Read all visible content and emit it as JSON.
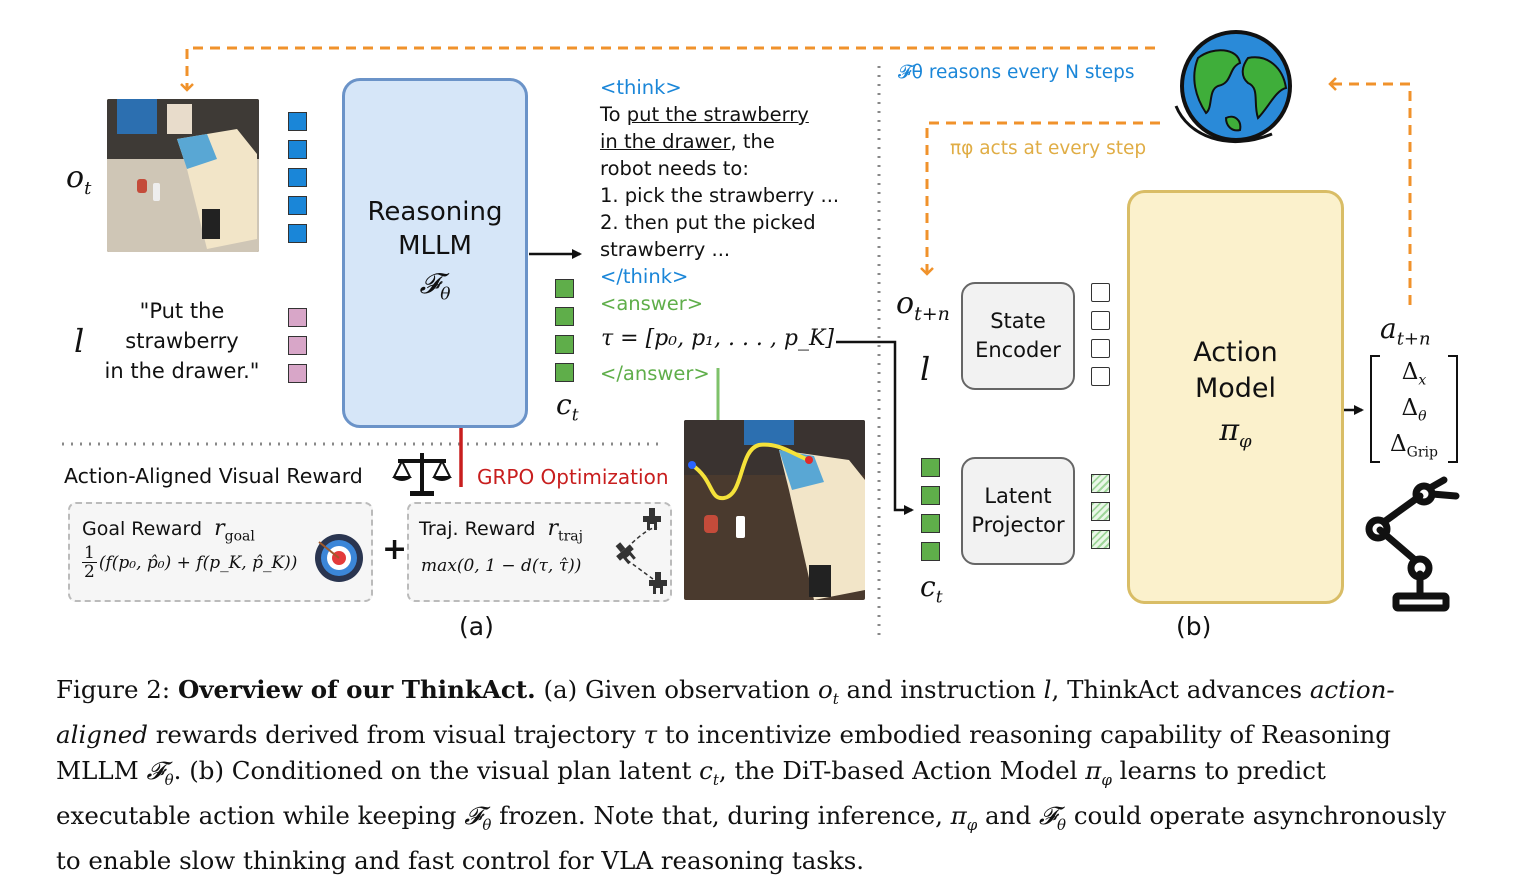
{
  "figure": {
    "part_a_label": "(a)",
    "part_b_label": "(b)",
    "obs_symbol": "o",
    "obs_sub": "t",
    "lang_symbol": "l",
    "instruction": [
      "\"Put the",
      "strawberry",
      "in the drawer.\""
    ],
    "mllm_label": [
      "Reasoning",
      "MLLM"
    ],
    "mllm_symbol": "𝓕",
    "mllm_sub": "θ",
    "think_open": "<think>",
    "think_close": "</think>",
    "reasoning_prefix": "To ",
    "reasoning_underlined_1": "put the strawberry",
    "reasoning_underlined_2": "in the drawer",
    "reasoning_rest_1": ", the",
    "reasoning_lines": [
      "robot needs to:",
      "1. pick the strawberry ...",
      "2. then put the picked",
      "strawberry ..."
    ],
    "answer_open": "<answer>",
    "answer_close": "</answer>",
    "answer_formula": "τ = [p₀, p₁, . . . , p_K]",
    "latent_symbol": "c",
    "latent_sub": "t",
    "reward_section_label": "Action-Aligned Visual Reward",
    "grpo_label": "GRPO Optimization",
    "goal_reward_label": "Goal Reward",
    "goal_reward_symbol": "r",
    "goal_reward_sub": "goal",
    "goal_reward_formula": "(f(p₀, p̂₀) + f(p_K, p̂_K))",
    "goal_half_num": "1",
    "goal_half_den": "2",
    "plus": "+",
    "traj_reward_label": "Traj. Reward",
    "traj_reward_symbol": "r",
    "traj_reward_sub": "traj",
    "traj_reward_formula": "max(0, 1 − d(τ, τ̂))",
    "reasons_text": "𝓕θ reasons every N steps",
    "acts_text": "πφ acts at every step",
    "obs_next_symbol": "o",
    "obs_next_sub": "t+n",
    "lang_symbol_b": "l",
    "state_encoder_label": [
      "State",
      "Encoder"
    ],
    "latent_projector_label": [
      "Latent",
      "Projector"
    ],
    "latent_symbol_b": "c",
    "latent_sub_b": "t",
    "action_model_label": [
      "Action",
      "Model"
    ],
    "action_model_symbol": "π",
    "action_model_sub": "φ",
    "action_symbol": "a",
    "action_sub": "t+n",
    "action_vector": [
      "Δ",
      "Δ",
      "Δ"
    ],
    "action_vector_subs": [
      "x",
      "θ",
      "Grip"
    ]
  },
  "caption": {
    "prefix": "Figure 2: ",
    "title": "Overview of our ThinkAct.",
    "text_a1": " (a) Given observation ",
    "text_a2": " and instruction ",
    "text_a3": ", ThinkAct advances ",
    "italic_a": "action-aligned",
    "text_a4": " rewards derived from visual trajectory ",
    "text_a5": " to incentivize embodied reasoning capability of Reasoning MLLM ",
    "text_b1": ". (b) Conditioned on the visual plan latent ",
    "text_b2": ", the DiT-based Action Model ",
    "text_b3": " learns to predict executable action while keeping ",
    "text_b4": " frozen. Note that, during inference, ",
    "text_b5": " and ",
    "text_b6": " could operate asynchronously to enable slow thinking and fast control for VLA reasoning tasks."
  },
  "colors": {
    "orange_dashed": "#f0922b",
    "mllm_fill": "#d6e6f8",
    "mllm_border": "#6b93c8",
    "action_fill": "#fbf1cc",
    "action_border": "#d9bd66",
    "grpo_red": "#c81e1e",
    "think_blue": "#1a86d8",
    "answer_green": "#5fae4a",
    "reasons_blue": "#1a86d8",
    "acts_gold": "#e0ad45"
  }
}
